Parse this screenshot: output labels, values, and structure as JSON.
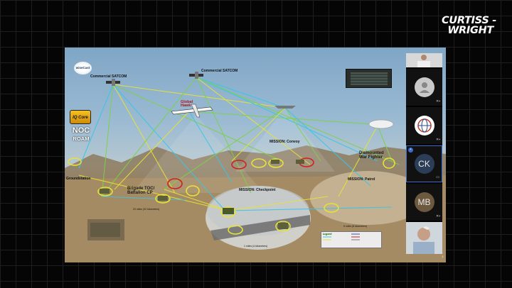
{
  "brand": {
    "line1": "CURTISS -",
    "line2": "WRIGHT"
  },
  "slide": {
    "logo": "wiseCast",
    "badge": "IQ Core",
    "noc_line1": "NOC",
    "noc_line2": "ROAM",
    "labels": {
      "commercial_satcom_left": "Commercial SATCOM",
      "commercial_satcom_right": "Commercial SATCOM",
      "global_hawk": "Global Hawk",
      "mission_convoy": "MISSION: Convoy",
      "dismounted": "Dismounted War Fighter",
      "groundstation": "Groundstation",
      "brigade": "Brigade TOC/ Battalion CP",
      "mission_checkpoint": "MISSION: Checkpoint",
      "mission_patrol": "MISSION: Patrol",
      "distance_left": "20 miles (32 kilometers)",
      "distance_mid": "1 miles (4 kilometers)",
      "distance_right": "5 miles (8 kilometers)",
      "legend_title": "Legend"
    }
  },
  "participants": [
    {
      "type": "video",
      "icon": "person-video-icon"
    },
    {
      "type": "avatar",
      "icon": "user-icon"
    },
    {
      "type": "logo",
      "icon": "globe-logo-icon"
    },
    {
      "type": "initials",
      "initials": "CK",
      "active": true
    },
    {
      "type": "initials",
      "initials": "MB"
    },
    {
      "type": "video",
      "icon": "person-video-icon"
    }
  ],
  "colors": {
    "link_green": "#7dd14a",
    "link_yellow": "#e8e235",
    "link_cyan": "#37c6e8",
    "active_border": "#3b6ccf"
  }
}
